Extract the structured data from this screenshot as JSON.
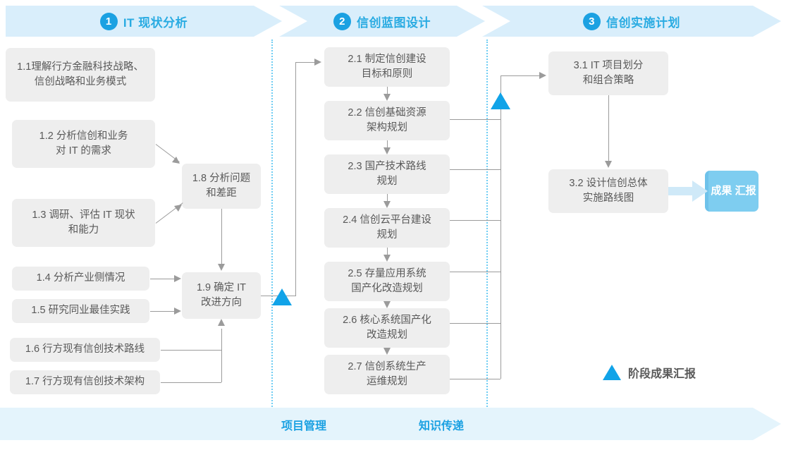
{
  "colors": {
    "phase_band": "#d9eefb",
    "accent": "#29abe2",
    "badge": "#1ba1e2",
    "box_fill": "#eeeeee",
    "box_text": "#595959",
    "result_fill": "#7ecdf0",
    "milestone": "#11a3e8",
    "footer_band": "#e4f4fc",
    "connector": "#9b9b9b",
    "dotted_divider": "#6fcdf3"
  },
  "phases": [
    {
      "number": "1",
      "label": "IT 现状分析"
    },
    {
      "number": "2",
      "label": "信创蓝图设计"
    },
    {
      "number": "3",
      "label": "信创实施计划"
    }
  ],
  "phase1_boxes": [
    {
      "id": "1.1",
      "lines": [
        "1.1理解行方金融科技战略、",
        "信创战略和业务模式"
      ]
    },
    {
      "id": "1.2",
      "lines": [
        "1.2 分析信创和业务",
        "对 IT 的需求"
      ]
    },
    {
      "id": "1.3",
      "lines": [
        "1.3 调研、评估 IT 现状",
        "和能力"
      ]
    },
    {
      "id": "1.4",
      "lines": [
        "1.4 分析产业侧情况"
      ]
    },
    {
      "id": "1.5",
      "lines": [
        "1.5 研究同业最佳实践"
      ]
    },
    {
      "id": "1.6",
      "lines": [
        "1.6 行方现有信创技术路线"
      ]
    },
    {
      "id": "1.7",
      "lines": [
        "1.7 行方现有信创技术架构"
      ]
    },
    {
      "id": "1.8",
      "lines": [
        "1.8 分析问题",
        "和差距"
      ]
    },
    {
      "id": "1.9",
      "lines": [
        "1.9 确定 IT",
        "改进方向"
      ]
    }
  ],
  "phase2_boxes": [
    {
      "id": "2.1",
      "lines": [
        "2.1 制定信创建设",
        "目标和原则"
      ]
    },
    {
      "id": "2.2",
      "lines": [
        "2.2 信创基础资源",
        "架构规划"
      ]
    },
    {
      "id": "2.3",
      "lines": [
        "2.3 国产技术路线",
        "规划"
      ]
    },
    {
      "id": "2.4",
      "lines": [
        "2.4 信创云平台建设",
        "规划"
      ]
    },
    {
      "id": "2.5",
      "lines": [
        "2.5 存量应用系统",
        "国产化改造规划"
      ]
    },
    {
      "id": "2.6",
      "lines": [
        "2.6 核心系统国产化",
        "改造规划"
      ]
    },
    {
      "id": "2.7",
      "lines": [
        "2.7 信创系统生产",
        "运维规划"
      ]
    }
  ],
  "phase3_boxes": [
    {
      "id": "3.1",
      "lines": [
        "3.1 IT 项目划分",
        "和组合策略"
      ]
    },
    {
      "id": "3.2",
      "lines": [
        "3.2 设计信创总体",
        "实施路线图"
      ]
    }
  ],
  "result": {
    "lines": [
      "成果",
      "汇报"
    ]
  },
  "legend": {
    "label": "阶段成果汇报"
  },
  "footer": {
    "left_label": "项目管理",
    "right_label": "知识传递"
  }
}
